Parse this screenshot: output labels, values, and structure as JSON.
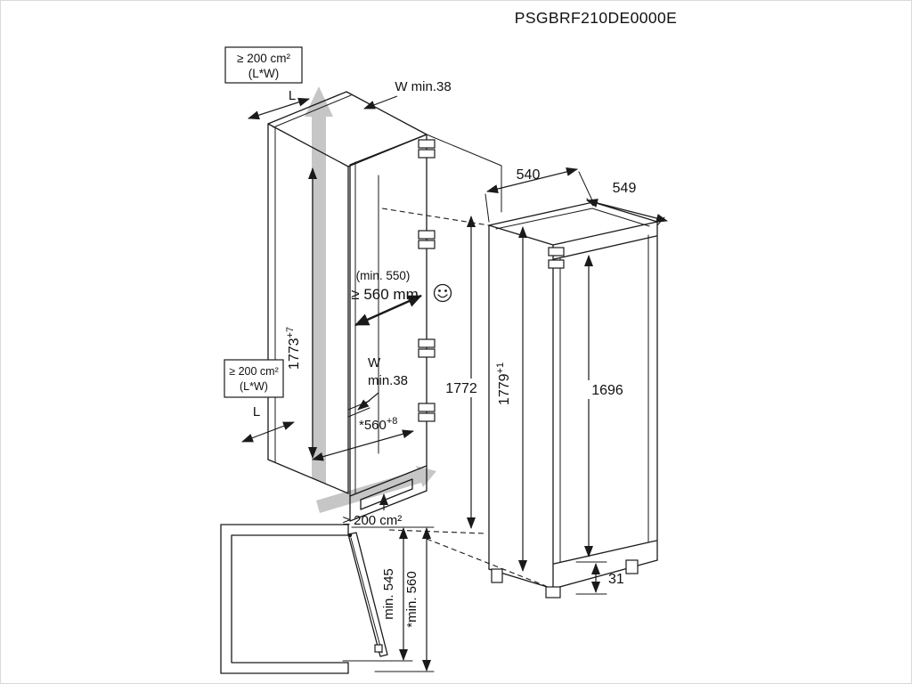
{
  "title": "PSGBRF210DE0000E",
  "colors": {
    "line": "#1a1a1a",
    "airflow_arrow": "#c6c6c6",
    "background": "#ffffff"
  },
  "niche": {
    "vent_top": {
      "line1": "≥ 200 cm²",
      "line2": "(L*W)"
    },
    "length_label_top": "L",
    "wall_label_top": "W min.38",
    "height": {
      "value": "1773",
      "tolerance": "+7"
    },
    "depth_note": "(min. 550)",
    "depth_value": "≥ 560 mm",
    "vent_mid": {
      "line1": "≥ 200 cm²",
      "line2": "(L*W)"
    },
    "wall_label_mid_line1": "W",
    "wall_label_mid_line2": "min.38",
    "length_label_mid": "L",
    "front_height": "1772",
    "width": {
      "value": "*560",
      "tolerance": "+8"
    },
    "vent_bottom": "≥ 200 cm²"
  },
  "unit": {
    "width": "540",
    "depth": "549",
    "height": {
      "value": "1779",
      "tolerance": "+1"
    },
    "door_height": "1696",
    "plinth_height": "31"
  },
  "top_view": {
    "depth_min": "min. 545",
    "depth_recommended": "*min. 560"
  }
}
